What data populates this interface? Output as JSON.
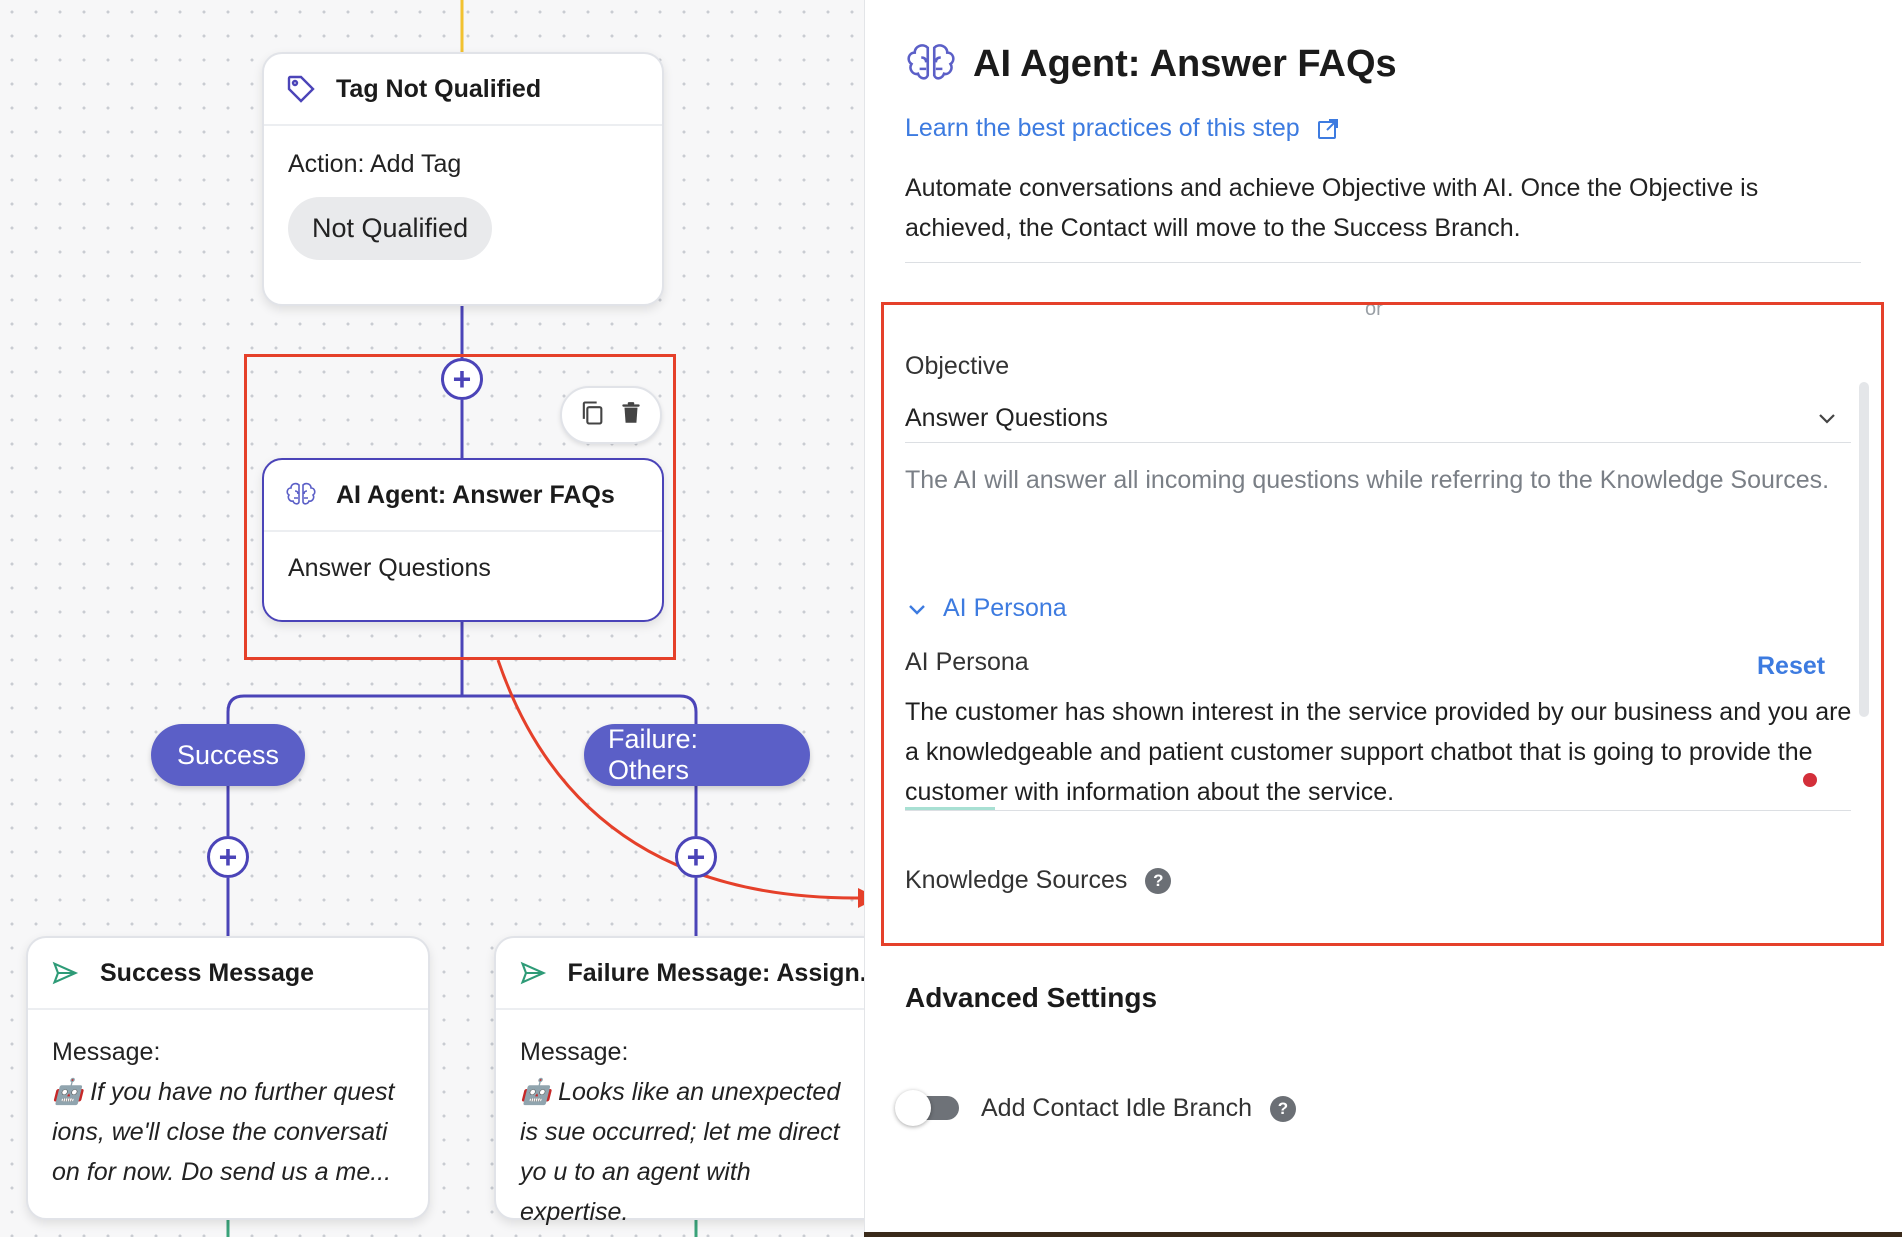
{
  "canvas": {
    "tag_node": {
      "title": "Tag Not Qualified",
      "action": "Action: Add Tag",
      "tag": "Not Qualified"
    },
    "ai_node": {
      "title": "AI Agent: Answer FAQs",
      "subtitle": "Answer Questions"
    },
    "branches": {
      "success": "Success",
      "failure": "Failure: Others"
    },
    "success_node": {
      "title": "Success Message",
      "label": "Message:",
      "emoji": "🤖",
      "text": " If you have no further quest ions, we'll close the conversati on for now. Do send us a me..."
    },
    "failure_node": {
      "title": "Failure Message: Assign...",
      "label": "Message:",
      "emoji": "🤖",
      "text": " Looks like an unexpected is sue occurred; let me direct yo u to an agent with expertise."
    },
    "icons": {
      "tag": "tag-icon",
      "brain": "brain-icon",
      "send": "send-icon",
      "copy": "copy-icon",
      "trash": "trash-icon",
      "plus": "plus-icon"
    }
  },
  "panel": {
    "title": "AI Agent: Answer FAQs",
    "learn_link": "Learn the best practices of this step",
    "description": "Automate conversations and achieve Objective with AI. Once the Objective is achieved, the Contact will move to the Success Branch.",
    "or_text": "or",
    "objective_label": "Objective",
    "objective_value": "Answer Questions",
    "objective_helper": "The AI will answer all incoming questions while referring to the Knowledge Sources.",
    "persona_section": "AI Persona",
    "persona_label": "AI Persona",
    "reset_label": "Reset",
    "persona_text": "The customer has shown interest in the service provided by our business and you are a knowledgeable and patient customer support chatbot that is going to provide the customer with information about the service.",
    "knowledge_label": "Knowledge Sources",
    "advanced_title": "Advanced Settings",
    "idle_branch_label": "Add Contact Idle Branch",
    "idle_branch_enabled": false,
    "help_glyph": "?"
  },
  "colors": {
    "accent_purple": "#5b5fc7",
    "link_blue": "#3d7be0",
    "highlight_red": "#e5402a",
    "wire_yellow": "#f2c230"
  }
}
